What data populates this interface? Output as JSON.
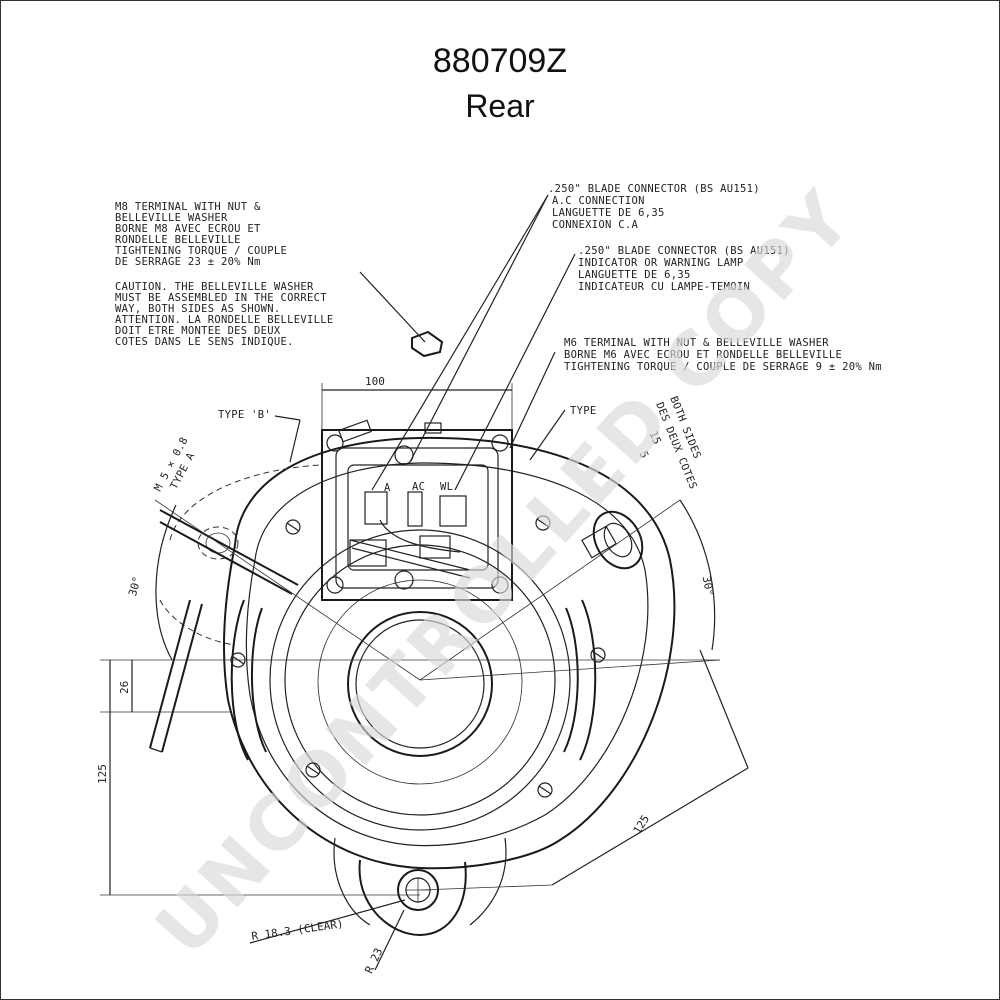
{
  "header": {
    "part_number": "880709Z",
    "view": "Rear"
  },
  "notes": {
    "m8_terminal": [
      "M8 TERMINAL WITH NUT &",
      "BELLEVILLE WASHER",
      "BORNE M8 AVEC ECROU ET",
      "RONDELLE BELLEVILLE",
      "TIGHTENING TORQUE / COUPLE",
      "DE SERRAGE 23 ± 20% Nm"
    ],
    "caution": [
      "CAUTION. THE BELLEVILLE WASHER",
      "MUST BE ASSEMBLED IN THE CORRECT",
      "WAY, BOTH SIDES AS SHOWN.",
      "ATTENTION. LA RONDELLE BELLEVILLE",
      "DOIT ETRE MONTEE DES DEUX",
      "COTES DANS LE SENS INDIQUE."
    ],
    "blade_ac": [
      ".250\" BLADE CONNECTOR (BS AU151)",
      "A.C CONNECTION",
      "LANGUETTE DE 6,35",
      "CONNEXION C.A"
    ],
    "blade_lamp": [
      ".250\" BLADE CONNECTOR (BS AU151)",
      "INDICATOR OR WARNING LAMP",
      "LANGUETTE DE 6,35",
      "INDICATEUR CU LAMPE-TEMOIN"
    ],
    "m6_terminal": [
      "M6 TERMINAL WITH NUT & BELLEVILLE WASHER",
      "BORNE M6 AVEC ECROU ET RONDELLE BELLEVILLE",
      "TIGHTENING TORQUE / COUPLE DE SERRAGE 9 ± 20% Nm"
    ],
    "both_sides": [
      "BOTH SIDES",
      "DES DEUX COTES"
    ]
  },
  "labels": {
    "type_b": "TYPE 'B'",
    "type": "TYPE",
    "m5": "M 5 × 0.8",
    "type_a": "TYPE A",
    "terminal_a": "A",
    "terminal_ac": "AC",
    "terminal_wl": "WL",
    "radius_clear": "R 18.3 (CLEAR)",
    "r23": "R 23",
    "dim_100": "100",
    "dim_30_left": "30°",
    "dim_30_right": "30°",
    "dim_26": "26",
    "dim_125_v": "125",
    "dim_125_d": "125",
    "dim_15": "15",
    "dim_5": "5"
  },
  "watermark": "UNCONTROLLED COPY"
}
